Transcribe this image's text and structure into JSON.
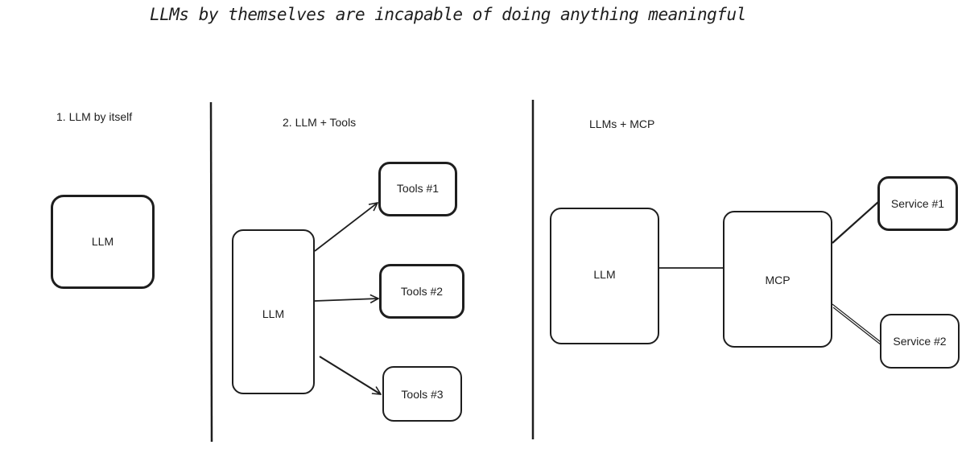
{
  "title": "LLMs by themselves are incapable of doing anything meaningful",
  "panels": [
    {
      "heading": "1. LLM by itself",
      "nodes": {
        "llm": "LLM"
      }
    },
    {
      "heading": "2. LLM + Tools",
      "nodes": {
        "llm": "LLM",
        "tool1": "Tools #1",
        "tool2": "Tools #2",
        "tool3": "Tools #3"
      }
    },
    {
      "heading": "LLMs + MCP",
      "nodes": {
        "llm": "LLM",
        "mcp": "MCP",
        "service1": "Service #1",
        "service2": "Service #2"
      }
    }
  ],
  "colors": {
    "stroke": "#1e1e1e",
    "background": "#ffffff"
  }
}
